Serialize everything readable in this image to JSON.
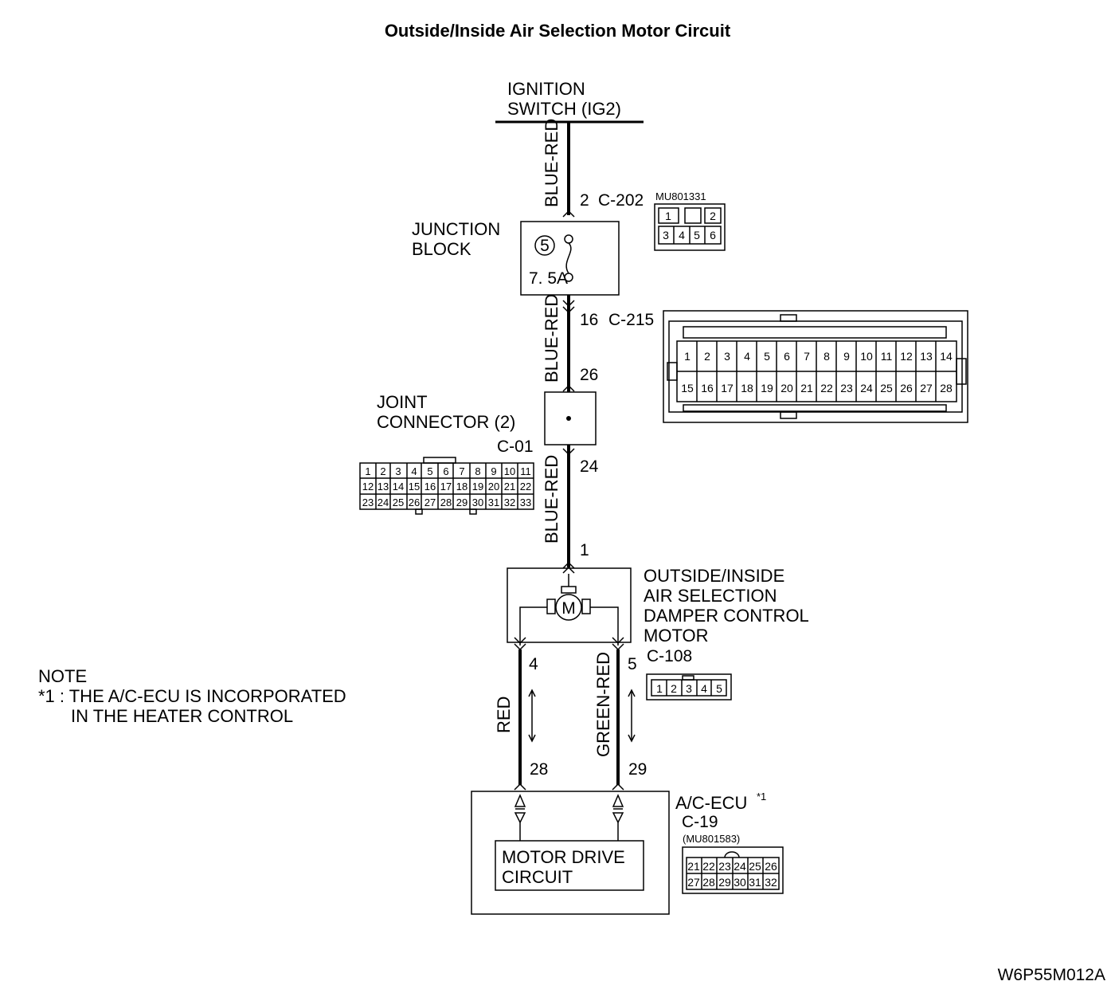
{
  "title": "Outside/Inside Air Selection Motor Circuit",
  "ignition": {
    "line1": "IGNITION",
    "line2": "SWITCH (IG2)"
  },
  "wire_colors": {
    "w1": "BLUE-RED",
    "w2": "BLUE-RED",
    "w3": "BLUE-RED",
    "w4": "RED",
    "w5": "GREEN-RED"
  },
  "pins": {
    "c202": "2",
    "c215": "16",
    "jc_in": "26",
    "jc_out": "24",
    "motor_in": "1",
    "motor_a": "4",
    "motor_b": "5",
    "ecu_a": "28",
    "ecu_b": "29"
  },
  "connectors": {
    "c202": "C-202",
    "c202_part": "MU801331",
    "c215": "C-215",
    "c01": "C-01",
    "c108": "C-108",
    "c19": "C-19",
    "c19_part": "(MU801583)"
  },
  "junction_block": {
    "line1": "JUNCTION",
    "line2": "BLOCK",
    "fuse_no": "5",
    "fuse_rating": "7. 5A"
  },
  "joint_connector": {
    "line1": "JOINT",
    "line2": "CONNECTOR (2)"
  },
  "motor": {
    "line1": "OUTSIDE/INSIDE",
    "line2": "AIR SELECTION",
    "line3": "DAMPER CONTROL",
    "line4": "MOTOR",
    "symbol": "M"
  },
  "ecu": {
    "name": "A/C-ECU",
    "superscript": "*1",
    "circuit_line1": "MOTOR DRIVE",
    "circuit_line2": "CIRCUIT"
  },
  "note": {
    "heading": "NOTE",
    "line1": "*1 : THE A/C-ECU IS INCORPORATED",
    "line2": "IN THE HEATER CONTROL"
  },
  "figure_id": "W6P55M012A",
  "grids": {
    "c202_row1": [
      "1",
      "",
      "2"
    ],
    "c202_row2": [
      "3",
      "4",
      "5",
      "6"
    ],
    "c215_row1": [
      "1",
      "2",
      "3",
      "4",
      "5",
      "6",
      "7",
      "8",
      "9",
      "10",
      "11",
      "12",
      "13",
      "14"
    ],
    "c215_row2": [
      "15",
      "16",
      "17",
      "18",
      "19",
      "20",
      "21",
      "22",
      "23",
      "24",
      "25",
      "26",
      "27",
      "28"
    ],
    "c01_row1": [
      "1",
      "2",
      "3",
      "4",
      "5",
      "6",
      "7",
      "8",
      "9",
      "10",
      "11"
    ],
    "c01_row2": [
      "12",
      "13",
      "14",
      "15",
      "16",
      "17",
      "18",
      "19",
      "20",
      "21",
      "22"
    ],
    "c01_row3": [
      "23",
      "24",
      "25",
      "26",
      "27",
      "28",
      "29",
      "30",
      "31",
      "32",
      "33"
    ],
    "c108_row": [
      "1",
      "2",
      "3",
      "4",
      "5"
    ],
    "c19_row1": [
      "21",
      "22",
      "23",
      "24",
      "25",
      "26"
    ],
    "c19_row2": [
      "27",
      "28",
      "29",
      "30",
      "31",
      "32"
    ]
  }
}
